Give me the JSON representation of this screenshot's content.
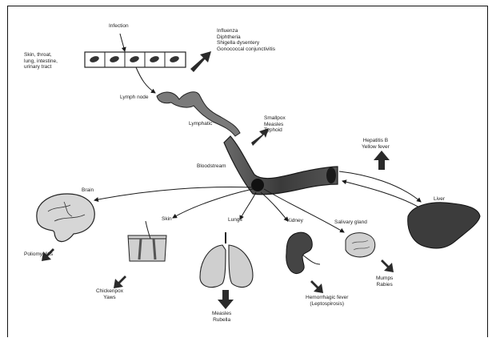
{
  "entry": {
    "infection_label": "Infection",
    "sites": [
      "Skin, throat,",
      "lung, intestine,",
      "urinary tract"
    ]
  },
  "local_diseases": [
    "Influenza",
    "Diphtheria",
    "Shigella dysentery",
    "Gonococcal conjunctivitis"
  ],
  "lymph": {
    "node_label": "Lymph node",
    "lymphatic_label": "Lymphatic"
  },
  "systemic_diseases": [
    "Smallpox",
    "Measles",
    "Typhoid"
  ],
  "bloodstream_label": "Bloodstream",
  "liver": {
    "label": "Liver",
    "diseases": [
      "Hepatitis B",
      "Yellow fever"
    ]
  },
  "organs": {
    "brain": {
      "label": "Brain",
      "diseases": [
        "Poliomyelitis"
      ]
    },
    "skin": {
      "label": "Skin",
      "diseases": [
        "Chickenpox",
        "Yaws"
      ]
    },
    "lungs": {
      "label": "Lungs",
      "diseases": [
        "Measles",
        "Rubella"
      ]
    },
    "kidney": {
      "label": "Kidney",
      "diseases": [
        "Hemorrhagic fever",
        "(Leptospirosis)"
      ]
    },
    "salivary": {
      "label": "Salivary gland",
      "diseases": [
        "Mumps",
        "Rabies"
      ]
    }
  },
  "colors": {
    "ink": "#1a1a1a",
    "organ_fill": "#d6d6d6",
    "liver_fill": "#3c3c3c",
    "vessel_fill": "#4a4a4a"
  }
}
